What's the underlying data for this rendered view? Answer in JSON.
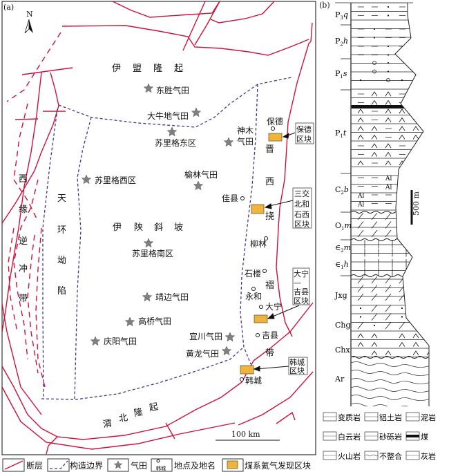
{
  "panel_a": {
    "label": "(a)",
    "north": "N",
    "regions": {
      "yimeng": [
        "伊",
        "盟",
        "隆",
        "起"
      ],
      "xiyuan": [
        "西",
        "缘",
        "逆",
        "冲",
        "带"
      ],
      "tianhuan": [
        "天",
        "环",
        "坳",
        "陷"
      ],
      "yishan": [
        "伊",
        "陕",
        "斜",
        "坡"
      ],
      "jinxi": [
        "晋",
        "西",
        "挠",
        "褶",
        "带"
      ],
      "weibei": [
        "渭",
        "北",
        "隆",
        "起"
      ]
    },
    "gas_fields": [
      "东胜气田",
      "大牛地气田",
      "苏里格东区",
      "苏里格西区",
      "榆林气田",
      "苏里格南区",
      "靖边气田",
      "高桥气田",
      "庆阳气田",
      "宜川气田",
      "黄龙气田"
    ],
    "shenmu": [
      "神木",
      "气田"
    ],
    "places": [
      "保德",
      "佳县",
      "柳林",
      "石楼",
      "永和",
      "大宁",
      "吉县",
      "韩城"
    ],
    "blocks": [
      {
        "lines": [
          "保德",
          "区块"
        ]
      },
      {
        "lines": [
          "三交",
          "北和",
          "石西",
          "区块"
        ]
      },
      {
        "lines": [
          "大宁",
          "—",
          "吉县",
          "区块"
        ]
      },
      {
        "lines": [
          "韩城",
          "区块"
        ]
      }
    ],
    "scale": "100 km",
    "legend": {
      "fault": "断层",
      "boundary": "构造边界",
      "gasfield": "气田",
      "place": "地点及地名",
      "place_sample": "韩城",
      "block": "煤系氦气发现区块"
    },
    "colors": {
      "fault": "#d0103a",
      "boundary": "#3a3a8c",
      "block": "#f0b43c",
      "gasfield": "#808080"
    }
  },
  "panel_b": {
    "label": "(b)",
    "formations": [
      {
        "sym": "P",
        "sub": "3",
        "it": "q",
        "lith": "mudstone-sandstone"
      },
      {
        "sym": "P",
        "sub": "2",
        "it": "h",
        "lith": "sandstone-mudstone"
      },
      {
        "sym": "P",
        "sub": "1",
        "it": "s",
        "lith": "conglomerate-sandstone"
      },
      {
        "sym": "P",
        "sub": "1",
        "it": "t",
        "lith": "mudstone-coal-volcanic"
      },
      {
        "sym": "C",
        "sub": "2",
        "it": "b",
        "lith": "bauxite-mudstone"
      },
      {
        "sym": "O",
        "sub": "1",
        "it": "m",
        "lith": "dolomite"
      },
      {
        "sym": "∈",
        "sub": "2",
        "it": "m",
        "lith": "limestone"
      },
      {
        "sym": "∈",
        "sub": "1",
        "it": "h",
        "lith": "limestone"
      },
      {
        "sym": "Jxg",
        "sub": "",
        "it": "",
        "lith": "dolomite"
      },
      {
        "sym": "Chg",
        "sub": "",
        "it": "",
        "lith": "dolomite-sandstone"
      },
      {
        "sym": "Chx",
        "sub": "",
        "it": "",
        "lith": "volcanic"
      },
      {
        "sym": "Ar",
        "sub": "",
        "it": "",
        "lith": "metamorphic"
      }
    ],
    "al_mark": "Al",
    "scale": "500 m",
    "legend": [
      "变质岩",
      "铝土岩",
      "泥岩",
      "白云岩",
      "砂砾岩",
      "煤",
      "火山岩",
      "不整合",
      "灰岩"
    ]
  }
}
